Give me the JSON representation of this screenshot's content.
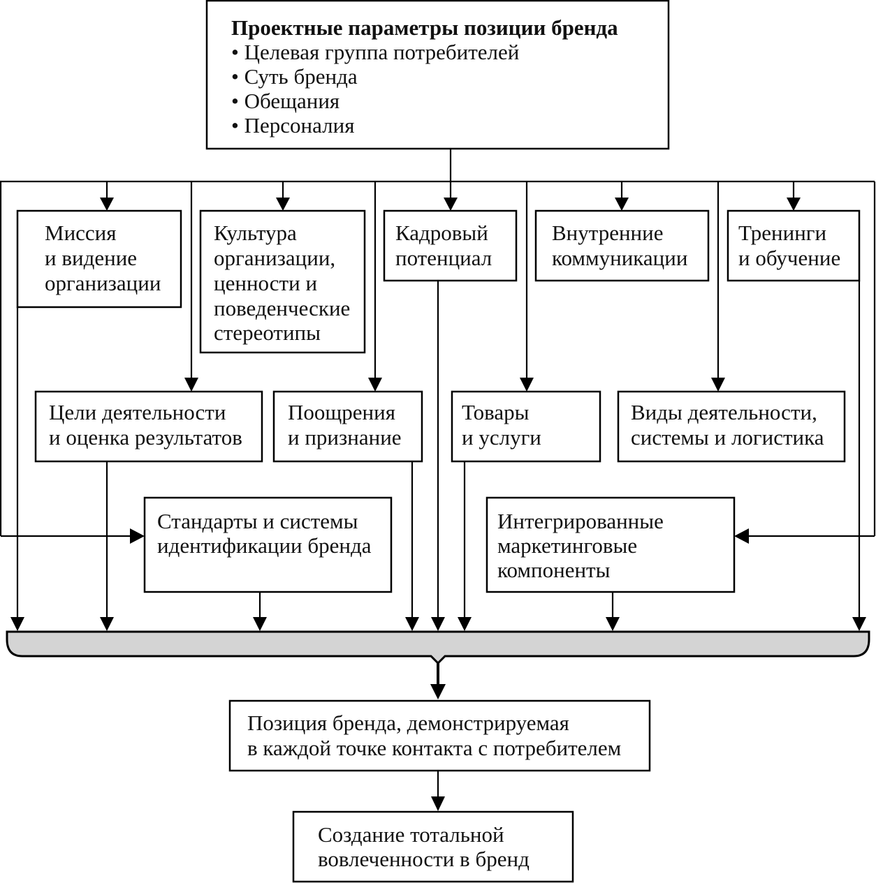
{
  "top": {
    "title": "Проектные параметры позиции бренда",
    "bullets": [
      "• Целевая группа потребителей",
      "• Суть бренда",
      "• Обещания",
      "• Персоналия"
    ]
  },
  "row1": {
    "mission": [
      "Миссия",
      "и видение",
      "организации"
    ],
    "culture": [
      "Культура",
      "организации,",
      "ценности и",
      "поведенческие",
      "стереотипы"
    ],
    "staff": [
      "Кадровый",
      "потенциал"
    ],
    "comms": [
      "Внутренние",
      "коммуникации"
    ],
    "training": [
      "Тренинги",
      "и обучение"
    ]
  },
  "row2": {
    "goals": [
      "Цели деятельности",
      "и оценка результатов"
    ],
    "rewards": [
      "Поощрения",
      "и признание"
    ],
    "products": [
      "Товары",
      "и услуги"
    ],
    "activities": [
      "Виды деятельности,",
      "системы и логистика"
    ]
  },
  "row3": {
    "standards": [
      "Стандарты и системы",
      "идентификации бренда"
    ],
    "marketing": [
      "Интегрированные",
      "маркетинговые",
      "компоненты"
    ]
  },
  "result": {
    "position": [
      "Позиция бренда, демонстрируемая",
      "в каждой точке контакта с потребителем"
    ],
    "total": [
      "Создание тотальной",
      "вовлеченности в бренд"
    ]
  }
}
